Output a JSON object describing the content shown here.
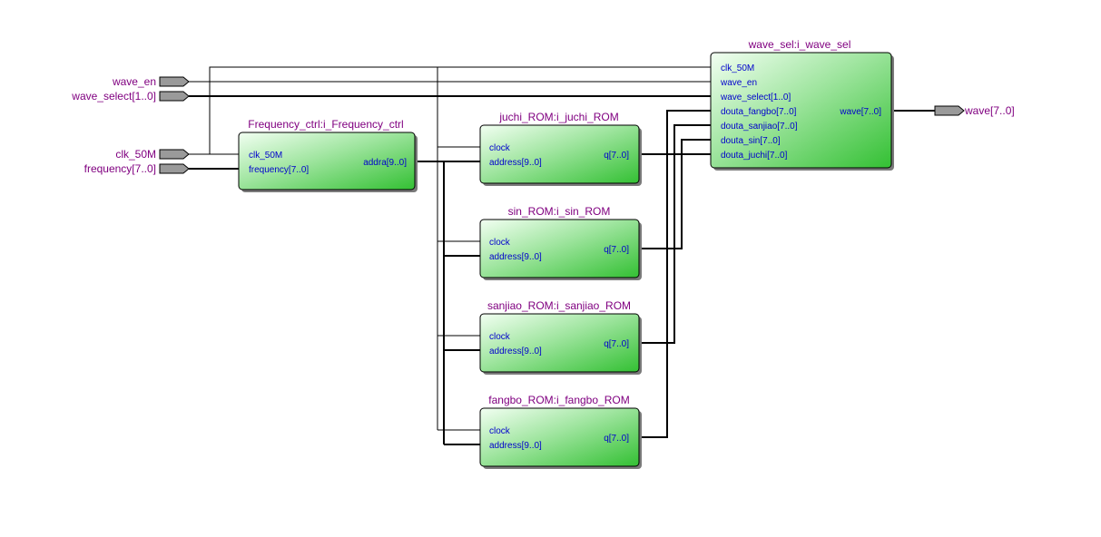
{
  "colors": {
    "block_light": "#f2fff2",
    "block_dark": "#33c033",
    "title": "#800080",
    "port": "#0000cc",
    "pin": "#9a9a9a"
  },
  "inputs": {
    "wave_en": "wave_en",
    "wave_select": "wave_select[1..0]",
    "clk_50m": "clk_50M",
    "frequency": "frequency[7..0]"
  },
  "outputs": {
    "wave": "wave[7..0]"
  },
  "blocks": {
    "frequency_ctrl": {
      "title": "Frequency_ctrl:i_Frequency_ctrl",
      "in_clk": "clk_50M",
      "in_freq": "frequency[7..0]",
      "out_addra": "addra[9..0]"
    },
    "juchi_rom": {
      "title": "juchi_ROM:i_juchi_ROM",
      "in_clock": "clock",
      "in_address": "address[9..0]",
      "out_q": "q[7..0]"
    },
    "sin_rom": {
      "title": "sin_ROM:i_sin_ROM",
      "in_clock": "clock",
      "in_address": "address[9..0]",
      "out_q": "q[7..0]"
    },
    "sanjiao_rom": {
      "title": "sanjiao_ROM:i_sanjiao_ROM",
      "in_clock": "clock",
      "in_address": "address[9..0]",
      "out_q": "q[7..0]"
    },
    "fangbo_rom": {
      "title": "fangbo_ROM:i_fangbo_ROM",
      "in_clock": "clock",
      "in_address": "address[9..0]",
      "out_q": "q[7..0]"
    },
    "wave_sel": {
      "title": "wave_sel:i_wave_sel",
      "in_clk": "clk_50M",
      "in_en": "wave_en",
      "in_select": "wave_select[1..0]",
      "in_fangbo": "douta_fangbo[7..0]",
      "in_sanjiao": "douta_sanjiao[7..0]",
      "in_sin": "douta_sin[7..0]",
      "in_juchi": "douta_juchi[7..0]",
      "out_wave": "wave[7..0]"
    }
  }
}
